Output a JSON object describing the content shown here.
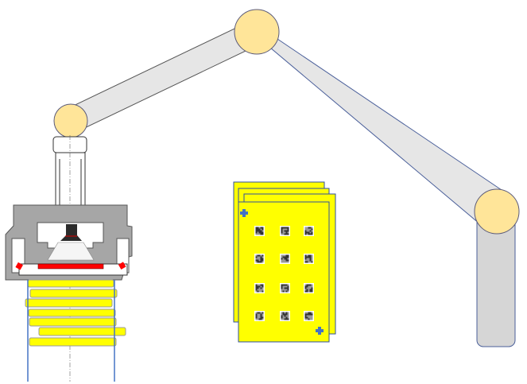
{
  "colors": {
    "arm_link": "#e6e6e6",
    "arm_outline": "#4a5f9a",
    "joint": "#ffe599",
    "joint_outline": "#5a5a7a",
    "housing": "#a6a6a6",
    "sheet": "#ffff00",
    "sheet_outline": "#2f4f9f",
    "marker": "#4472c4",
    "pressure_bar": "#ff0000"
  },
  "icons": [
    "robot-arm",
    "vision-gripper",
    "camera-lens",
    "calibration-sheet",
    "qr-code",
    "plus-marker"
  ]
}
